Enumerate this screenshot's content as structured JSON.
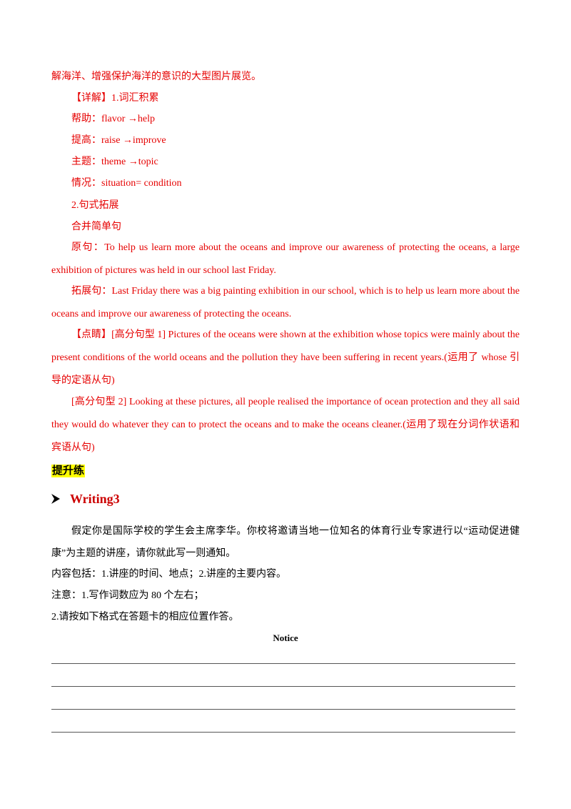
{
  "explanation": {
    "cont": "解海洋、增强保护海洋的意识的大型图片展览。",
    "detail_head": "【详解】1.词汇积累",
    "vocab": [
      "帮助：flavor →help",
      "提高：raise →improve",
      "主题：theme →topic",
      "情况：situation= condition"
    ],
    "sent_expand": "2.句式拓展",
    "merge": "合并简单句",
    "orig_1": "原句：To help us learn more about the oceans and improve our awareness of protecting the oceans, a large",
    "orig_2": "exhibition of pictures was held in our school last Friday.",
    "exp_1": "拓展句：Last Friday there was a big painting exhibition in our school, which is to help us learn more about the",
    "exp_2": "oceans and improve our awareness of protecting the oceans.",
    "tip_1": "【点睛】[高分句型 1] Pictures of the oceans were shown at the exhibition whose topics were mainly about the",
    "tip_2": "present conditions of the world oceans and the pollution they have been suffering in recent years.(运用了 whose 引",
    "tip_3": "导的定语从句)",
    "tip2_1": "[高分句型 2] Looking at these pictures, all people realised the importance of ocean protection and they all said",
    "tip2_2": "they would do whatever they can to protect the oceans and to make the oceans cleaner.(运用了现在分词作状语和",
    "tip2_3": "宾语从句)"
  },
  "section_label": "提升练",
  "writing": {
    "arrow_icon": "arrow-right-icon",
    "title": "Writing3",
    "prompt_1": "假定你是国际学校的学生会主席李华。你校将邀请当地一位知名的体育行业专家进行以“运动促进健",
    "prompt_2": "康”为主题的讲座，请你就此写一则通知。",
    "content": "内容包括：1.讲座的时间、地点；2.讲座的主要内容。",
    "note_1": "注意：1.写作词数应为 80 个左右；",
    "note_2": "2.请按如下格式在答题卡的相应位置作答。",
    "notice_title": "Notice"
  },
  "colors": {
    "red_text": "#e60000",
    "heading_red": "#cc0000",
    "highlight": "#ffff00"
  }
}
